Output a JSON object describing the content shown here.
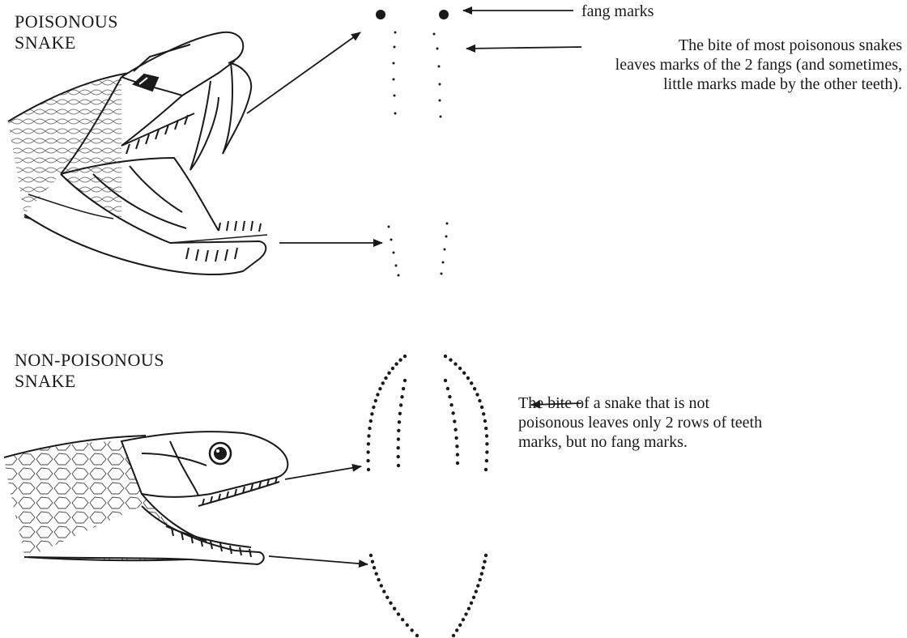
{
  "poisonous": {
    "title": "POISONOUS\nSNAKE",
    "fang_label": "fang marks",
    "note": "The bite of most poisonous snakes\nleaves marks of the 2 fangs (and sometimes,\nlittle marks made by the other teeth)."
  },
  "non_poisonous": {
    "title": "NON-POISONOUS\nSNAKE",
    "note": "The bite of a snake that is not\npoisonous leaves only 2 rows of teeth\nmarks, but no fang marks."
  },
  "colors": {
    "ink": "#1a1a1a",
    "background": "#ffffff"
  },
  "icons": {
    "poisonous_head": "open-mouth-viper-head-illustration",
    "non_poisonous_head": "open-mouth-nonvenomous-snake-head-illustration"
  }
}
